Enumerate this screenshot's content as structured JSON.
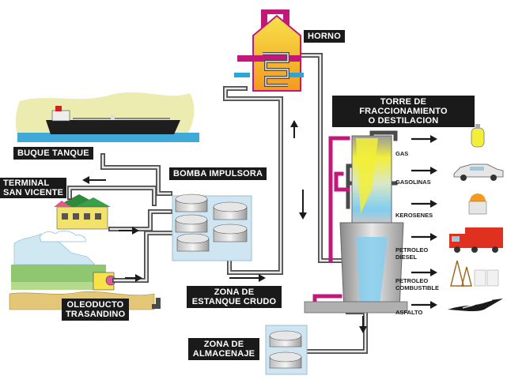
{
  "labels": {
    "horno": "HORNO",
    "torre_line1": "TORRE DE FRACCIONAMIENTO",
    "torre_line2": "O DESTILACION",
    "buque": "BUQUE TANQUE",
    "bomba": "BOMBA IMPULSORA",
    "terminal_line1": "TERMINAL",
    "terminal_line2": "SAN VICENTE",
    "oleoducto_line1": "OLEODUCTO",
    "oleoducto_line2": "TRASANDINO",
    "zona_crudo_line1": "ZONA DE",
    "zona_crudo_line2": "ESTANQUE CRUDO",
    "almacenaje_line1": "ZONA DE",
    "almacenaje_line2": "ALMACENAJE"
  },
  "products": [
    {
      "line1": "GAS",
      "line2": "",
      "icon": "gas-cylinder-icon"
    },
    {
      "line1": "GASOLINAS",
      "line2": "",
      "icon": "car-icon"
    },
    {
      "line1": "KEROSENES",
      "line2": "",
      "icon": "kerosene-lamp-icon"
    },
    {
      "line1": "PETROLEO",
      "line2": "DIESEL",
      "icon": "truck-icon"
    },
    {
      "line1": "PETROLEO",
      "line2": "COMBUSTIBLE",
      "icon": "oil-rig-icon"
    },
    {
      "line1": "ASFALTO",
      "line2": "",
      "icon": "road-icon"
    }
  ],
  "colors": {
    "pipe": "#4a4a4a",
    "pipe_inner": "#e8e8e8",
    "furnace_orange": "#f5a623",
    "furnace_magenta": "#c2187a",
    "furnace_blue": "#2aa6d8",
    "sea": "#3fa9d9",
    "tower_yellow": "#f2ee3a",
    "tower_blue": "#7fcdf0"
  }
}
